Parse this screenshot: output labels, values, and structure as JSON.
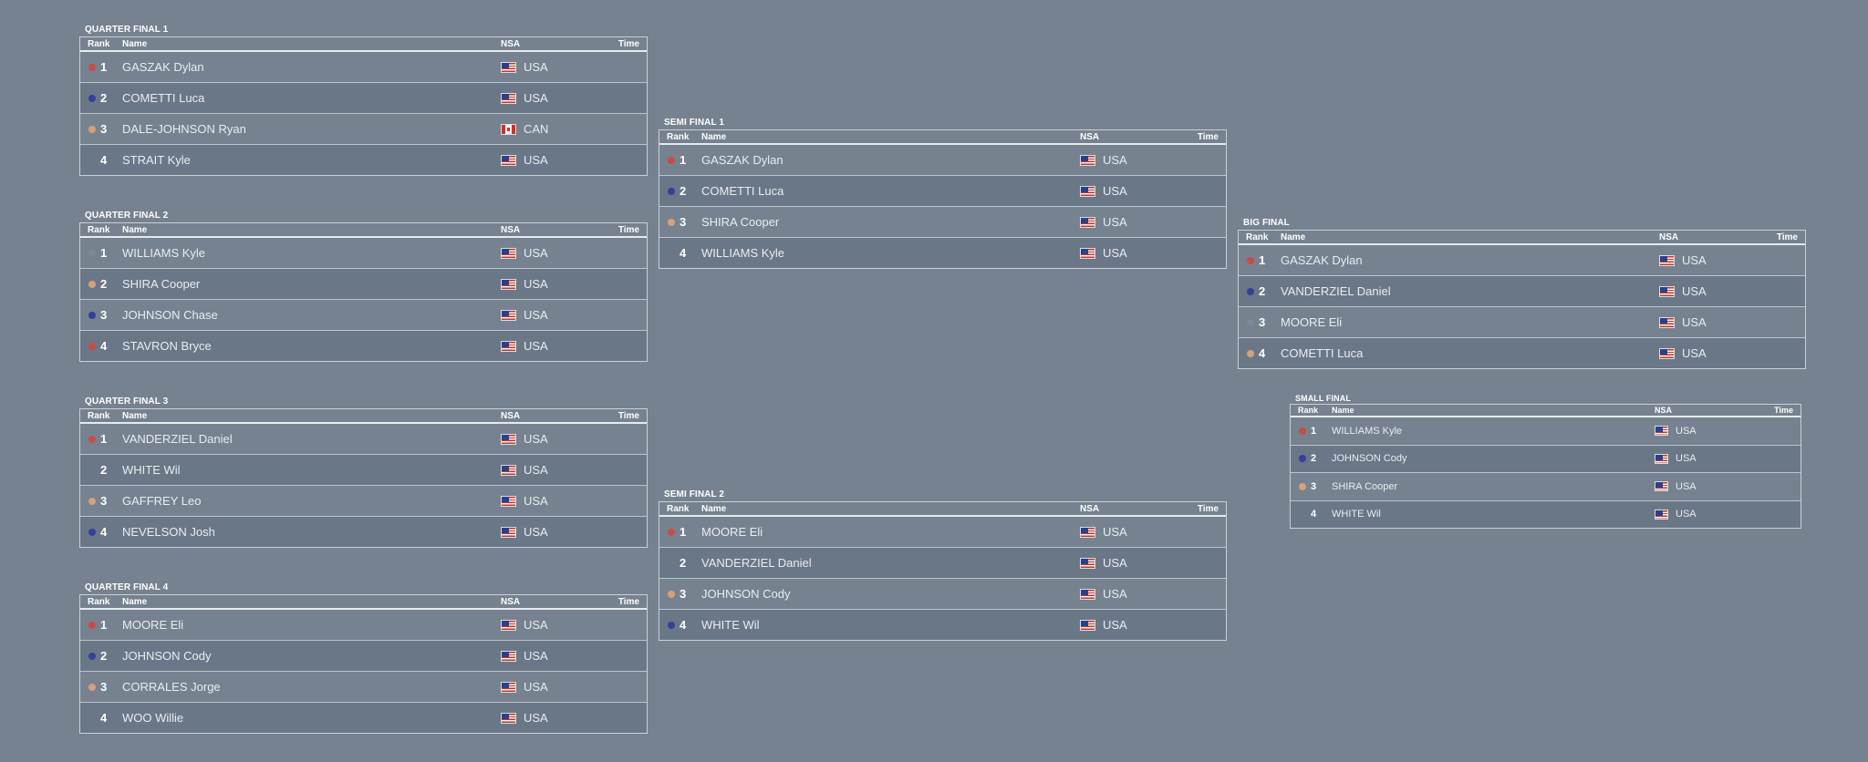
{
  "headers": {
    "rank": "Rank",
    "name": "Name",
    "nsa": "NSA",
    "time": "Time"
  },
  "colors": {
    "red": "#c94b48",
    "blue": "#34409a",
    "bronze": "#d5a17a",
    "grey": "#7d8896"
  },
  "heats": [
    {
      "title": "QUARTER FINAL 1",
      "rows": [
        {
          "rank": "1",
          "name": "GASZAK Dylan",
          "nsa": "USA",
          "flag": "usa",
          "dot": "red"
        },
        {
          "rank": "2",
          "name": "COMETTI Luca",
          "nsa": "USA",
          "flag": "usa",
          "dot": "blue"
        },
        {
          "rank": "3",
          "name": "DALE-JOHNSON Ryan",
          "nsa": "CAN",
          "flag": "can",
          "dot": "bronze"
        },
        {
          "rank": "4",
          "name": "STRAIT Kyle",
          "nsa": "USA",
          "flag": "usa",
          "dot": "none"
        }
      ]
    },
    {
      "title": "QUARTER FINAL 2",
      "rows": [
        {
          "rank": "1",
          "name": "WILLIAMS Kyle",
          "nsa": "USA",
          "flag": "usa",
          "dot": "grey"
        },
        {
          "rank": "2",
          "name": "SHIRA Cooper",
          "nsa": "USA",
          "flag": "usa",
          "dot": "bronze"
        },
        {
          "rank": "3",
          "name": "JOHNSON Chase",
          "nsa": "USA",
          "flag": "usa",
          "dot": "blue"
        },
        {
          "rank": "4",
          "name": "STAVRON Bryce",
          "nsa": "USA",
          "flag": "usa",
          "dot": "red"
        }
      ]
    },
    {
      "title": "QUARTER FINAL 3",
      "rows": [
        {
          "rank": "1",
          "name": "VANDERZIEL Daniel",
          "nsa": "USA",
          "flag": "usa",
          "dot": "red"
        },
        {
          "rank": "2",
          "name": "WHITE Wil",
          "nsa": "USA",
          "flag": "usa",
          "dot": "none"
        },
        {
          "rank": "3",
          "name": "GAFFREY Leo",
          "nsa": "USA",
          "flag": "usa",
          "dot": "bronze"
        },
        {
          "rank": "4",
          "name": "NEVELSON Josh",
          "nsa": "USA",
          "flag": "usa",
          "dot": "blue"
        }
      ]
    },
    {
      "title": "QUARTER FINAL 4",
      "rows": [
        {
          "rank": "1",
          "name": "MOORE Eli",
          "nsa": "USA",
          "flag": "usa",
          "dot": "red"
        },
        {
          "rank": "2",
          "name": "JOHNSON Cody",
          "nsa": "USA",
          "flag": "usa",
          "dot": "blue"
        },
        {
          "rank": "3",
          "name": "CORRALES Jorge",
          "nsa": "USA",
          "flag": "usa",
          "dot": "bronze"
        },
        {
          "rank": "4",
          "name": "WOO Willie",
          "nsa": "USA",
          "flag": "usa",
          "dot": "none"
        }
      ]
    },
    {
      "title": "SEMI FINAL 1",
      "rows": [
        {
          "rank": "1",
          "name": "GASZAK Dylan",
          "nsa": "USA",
          "flag": "usa",
          "dot": "red"
        },
        {
          "rank": "2",
          "name": "COMETTI Luca",
          "nsa": "USA",
          "flag": "usa",
          "dot": "blue"
        },
        {
          "rank": "3",
          "name": "SHIRA Cooper",
          "nsa": "USA",
          "flag": "usa",
          "dot": "bronze"
        },
        {
          "rank": "4",
          "name": "WILLIAMS Kyle",
          "nsa": "USA",
          "flag": "usa",
          "dot": "none"
        }
      ]
    },
    {
      "title": "SEMI FINAL 2",
      "rows": [
        {
          "rank": "1",
          "name": "MOORE Eli",
          "nsa": "USA",
          "flag": "usa",
          "dot": "red"
        },
        {
          "rank": "2",
          "name": "VANDERZIEL Daniel",
          "nsa": "USA",
          "flag": "usa",
          "dot": "none"
        },
        {
          "rank": "3",
          "name": "JOHNSON Cody",
          "nsa": "USA",
          "flag": "usa",
          "dot": "bronze"
        },
        {
          "rank": "4",
          "name": "WHITE Wil",
          "nsa": "USA",
          "flag": "usa",
          "dot": "blue"
        }
      ]
    },
    {
      "title": "BIG FINAL",
      "rows": [
        {
          "rank": "1",
          "name": "GASZAK Dylan",
          "nsa": "USA",
          "flag": "usa",
          "dot": "red"
        },
        {
          "rank": "2",
          "name": "VANDERZIEL Daniel",
          "nsa": "USA",
          "flag": "usa",
          "dot": "blue"
        },
        {
          "rank": "3",
          "name": "MOORE Eli",
          "nsa": "USA",
          "flag": "usa",
          "dot": "grey"
        },
        {
          "rank": "4",
          "name": "COMETTI Luca",
          "nsa": "USA",
          "flag": "usa",
          "dot": "bronze"
        }
      ]
    },
    {
      "title": "SMALL FINAL",
      "rows": [
        {
          "rank": "1",
          "name": "WILLIAMS Kyle",
          "nsa": "USA",
          "flag": "usa",
          "dot": "red"
        },
        {
          "rank": "2",
          "name": "JOHNSON Cody",
          "nsa": "USA",
          "flag": "usa",
          "dot": "blue"
        },
        {
          "rank": "3",
          "name": "SHIRA Cooper",
          "nsa": "USA",
          "flag": "usa",
          "dot": "bronze"
        },
        {
          "rank": "4",
          "name": "WHITE Wil",
          "nsa": "USA",
          "flag": "usa",
          "dot": "none"
        }
      ]
    }
  ]
}
